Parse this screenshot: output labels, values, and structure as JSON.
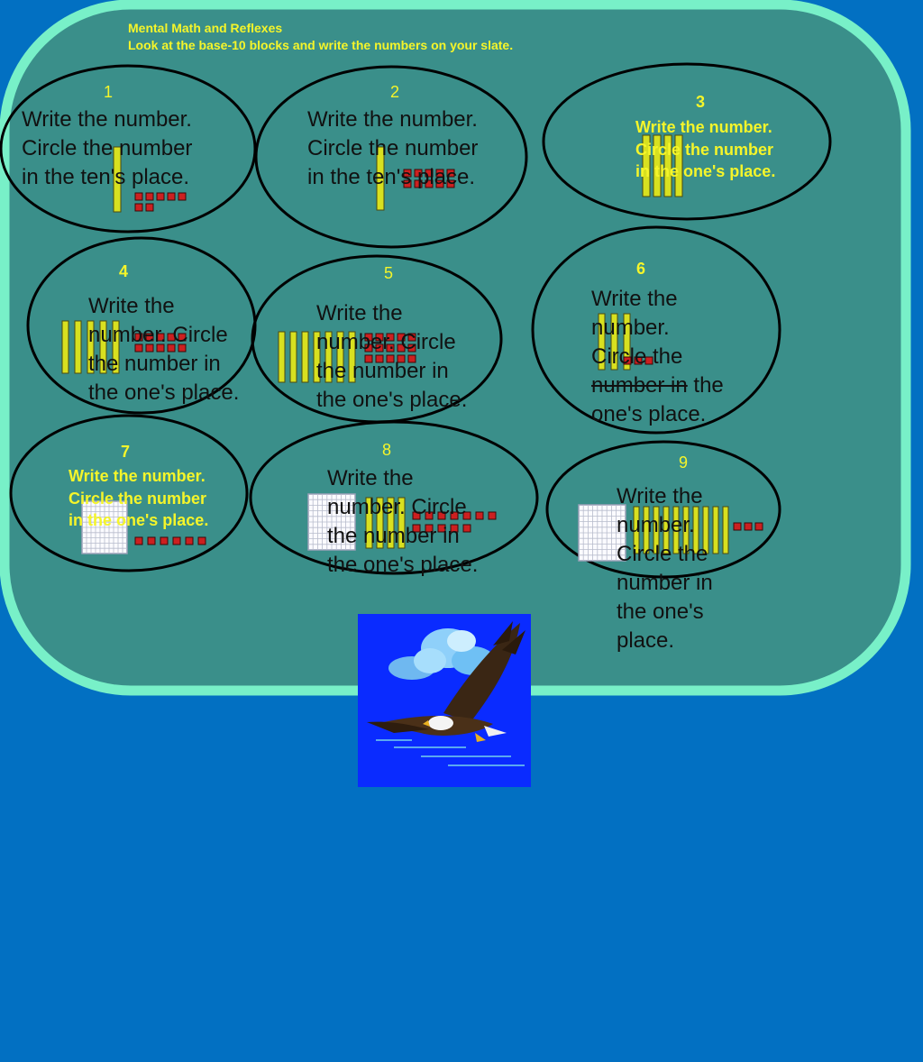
{
  "header": {
    "title": "Mental Math and Reflexes",
    "instruction": "Look at the base-10 blocks and write the numbers on your slate."
  },
  "problems": [
    {
      "number": "1",
      "lines": [
        "Write the number.",
        "Circle the number",
        "in the ten's place."
      ],
      "tens": 1,
      "ones": 7
    },
    {
      "number": "2",
      "lines": [
        "Write the number.",
        "Circle the number",
        "in the ten's place."
      ],
      "tens": 1,
      "ones": 10
    },
    {
      "number": "3",
      "text": "Write the number.  Circle the number in the one's place.",
      "tens": 4,
      "ones": 0
    },
    {
      "number": "4",
      "text": "Write the number. Circle the number in the one's place.",
      "tens": 5,
      "ones": 10
    },
    {
      "number": "5",
      "text": "Write the number. Circle the number in the one's place.",
      "tens": 7,
      "ones": 15
    },
    {
      "number": "6",
      "lines": [
        "Write the",
        "number.",
        "Circle the"
      ],
      "line4_struck": "number in",
      "line4_rest": " the",
      "line5": "one's place.",
      "tens": 3,
      "ones": 3
    },
    {
      "number": "7",
      "text": "Write the number.  Circle the number in the one's place.",
      "hundreds": 1,
      "tens": 0,
      "ones": 6
    },
    {
      "number": "8",
      "text": "Write the number. Circle the number in the one's place.",
      "hundreds": 1,
      "tens": 4,
      "ones": 12
    },
    {
      "number": "9",
      "text": "Write the number. Circle the number in the one's place.",
      "hundreds": 1,
      "tens": 10,
      "ones": 3
    }
  ],
  "colors": {
    "background": "#0270c2",
    "board": "#3a8f8a",
    "board_border": "#78f0c8",
    "label_yellow": "#f5f52a",
    "ten_rod": "#d8e020",
    "unit_cube": "#cc2020"
  },
  "image": {
    "icon": "eagle-clipart"
  }
}
